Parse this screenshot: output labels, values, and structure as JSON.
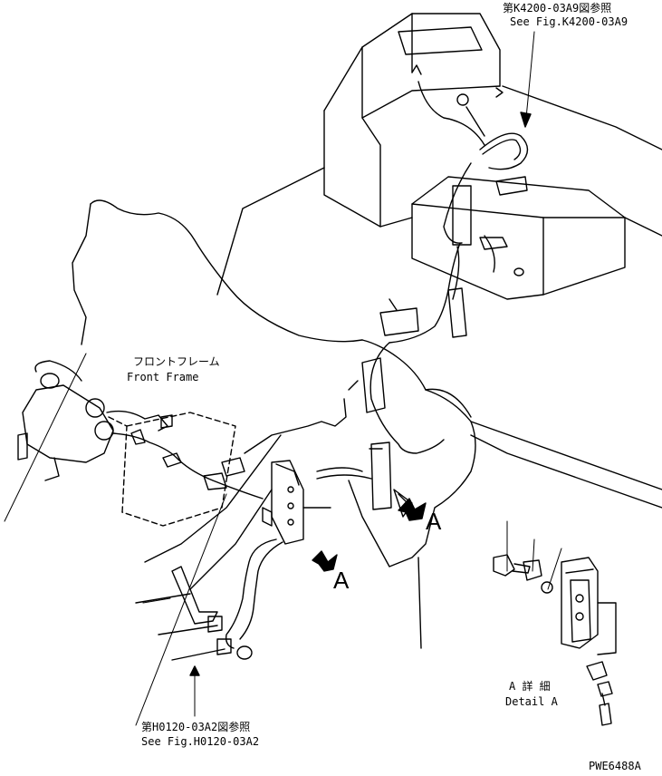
{
  "callouts": {
    "top_ref_jp": "第K4200-03A9図参照",
    "top_ref_en": "See Fig.K4200-03A9",
    "front_frame_jp": "フロントフレーム",
    "front_frame_en": "Front Frame",
    "bottom_ref_jp": "第H0120-03A2図参照",
    "bottom_ref_en": "See Fig.H0120-03A2",
    "detail_jp": "A 詳 細",
    "detail_en": "Detail A",
    "view_a_1": "A",
    "view_a_2": "A"
  },
  "drawing_number": "PWE6488A"
}
